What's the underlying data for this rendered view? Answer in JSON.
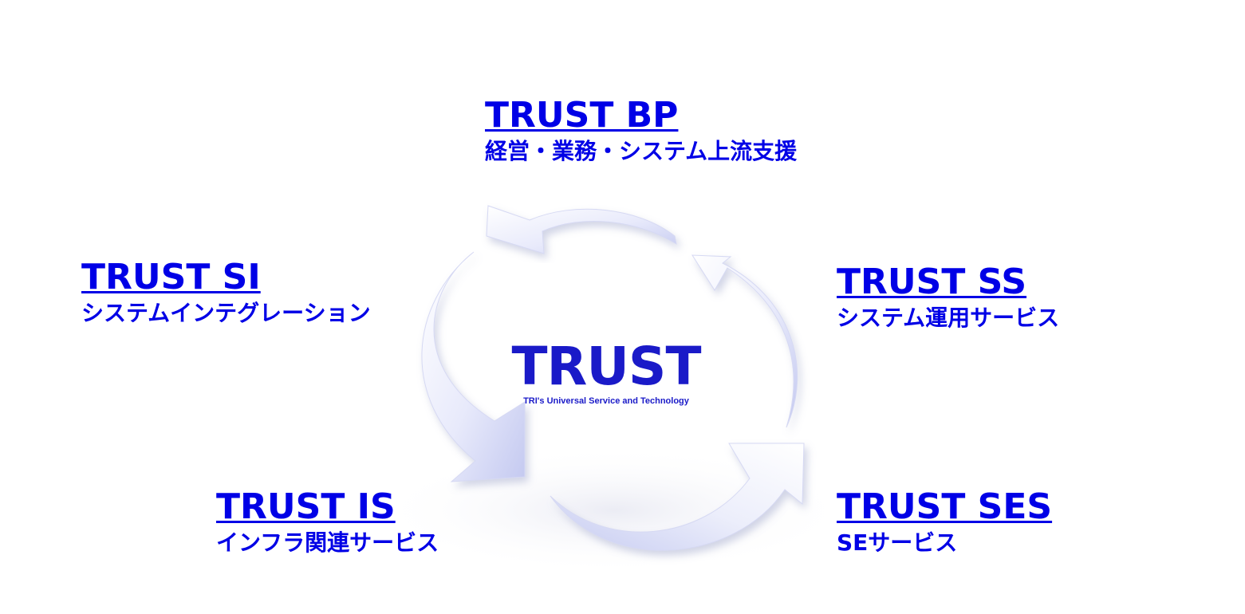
{
  "center": {
    "title": "TRUST",
    "subtitle": "TRI's Universal Service and Technology"
  },
  "nodes": {
    "bp": {
      "title": "TRUST BP",
      "subtitle": "経営・業務・システム上流支援"
    },
    "si": {
      "title": "TRUST SI",
      "subtitle": "システムインテグレーション"
    },
    "ss": {
      "title": "TRUST SS",
      "subtitle": "システム運用サービス"
    },
    "is": {
      "title": "TRUST IS",
      "subtitle": "インフラ関連サービス"
    },
    "ses": {
      "title": "TRUST SES",
      "subtitle": "SEサービス"
    }
  },
  "colors": {
    "link": "#0000e6",
    "logo": "#1a1ac8",
    "arrow_light": "#ffffff",
    "arrow_shade": "#c9cdf2"
  },
  "icons": {
    "cycle": "circular-arrows-icon"
  }
}
